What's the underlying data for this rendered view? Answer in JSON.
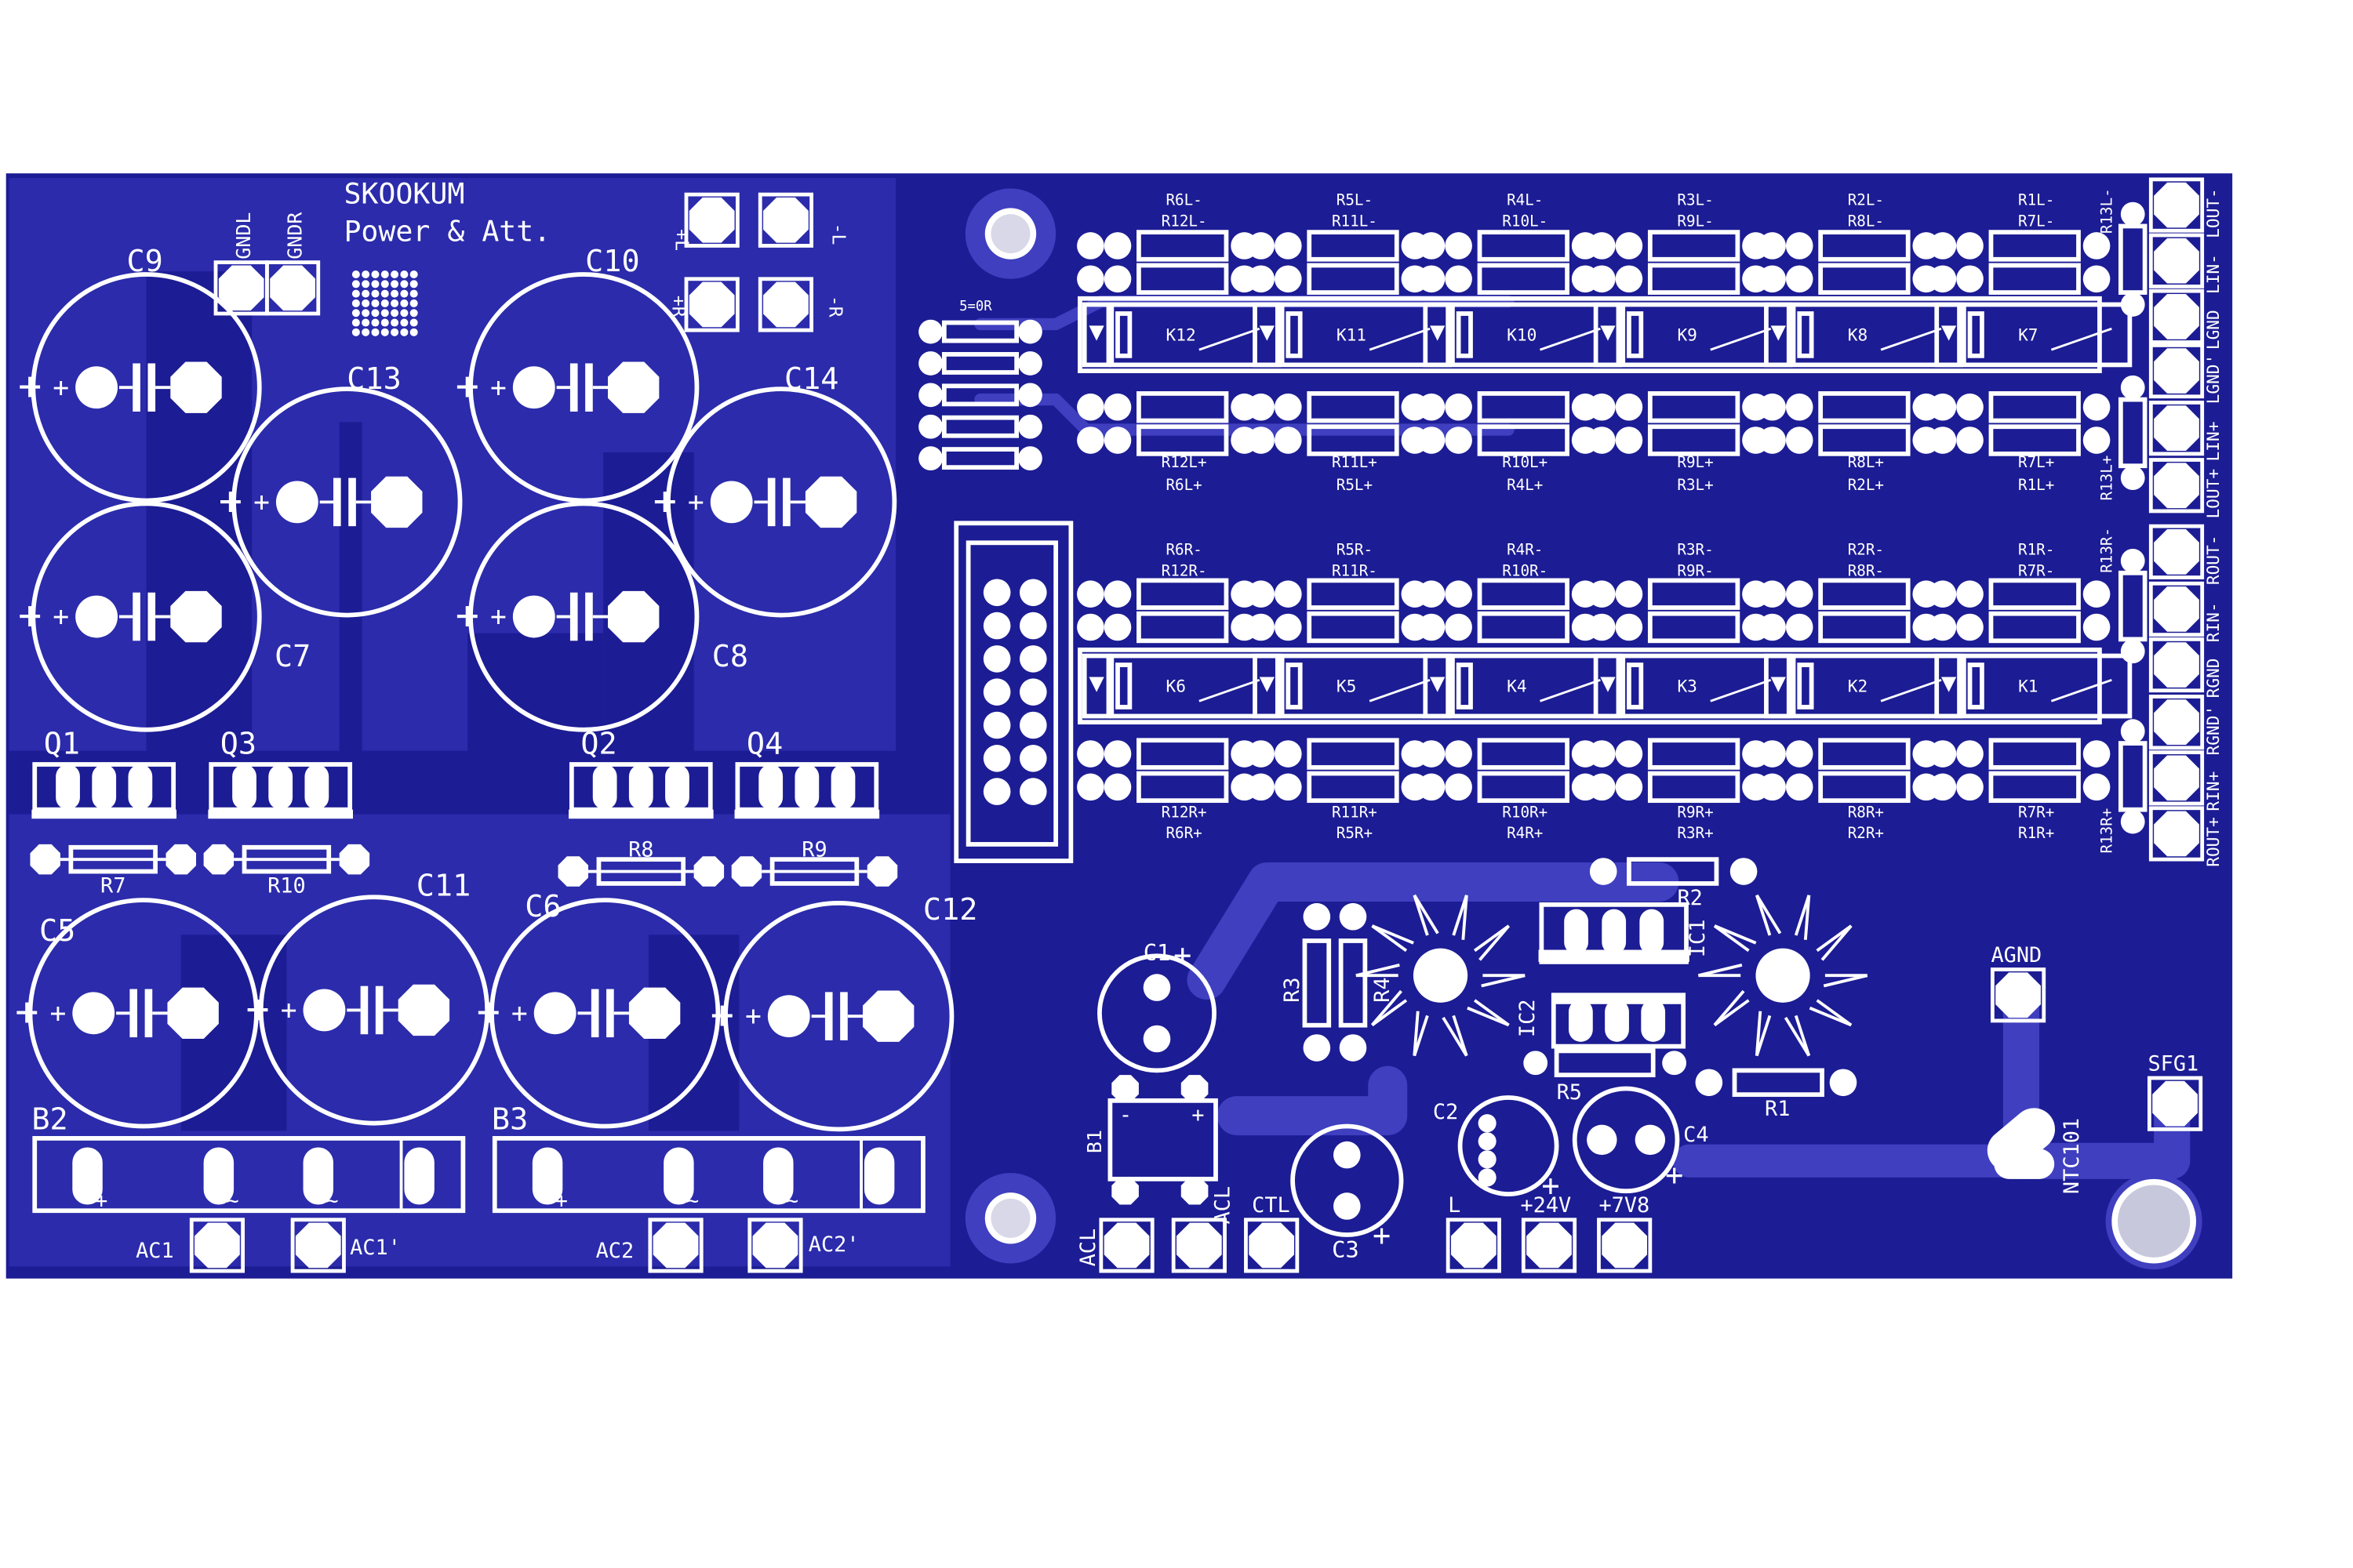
{
  "board": {
    "title": "SKOOKUM",
    "subtitle": "Power & Att.",
    "colors": {
      "substrate": "#1c1c94",
      "copper_pour": "#2b2bab",
      "trace": "#3f3fc0",
      "silk": "#ffffff",
      "background": "#ffffff"
    }
  },
  "capacitors_large": [
    "C9",
    "C13",
    "C10",
    "C14",
    "C7",
    "C8",
    "C5",
    "C11",
    "C6",
    "C12"
  ],
  "transistors": [
    "Q1",
    "Q3",
    "Q2",
    "Q4"
  ],
  "resistors_power": [
    "R7",
    "R10",
    "R8",
    "R9"
  ],
  "bridges": [
    "B2",
    "B3"
  ],
  "ac_connectors": [
    "AC1",
    "AC1'",
    "AC2",
    "AC2'"
  ],
  "gnd_labels": [
    "GNDL",
    "GNDR"
  ],
  "lr_labels": [
    "+L",
    "-L",
    "+R",
    "-R"
  ],
  "header_label": "5=0R",
  "relay_left": {
    "top_labels_1": [
      "R6L-",
      "R5L-",
      "R4L-",
      "R3L-",
      "R2L-",
      "R1L-"
    ],
    "top_labels_2": [
      "R12L-",
      "R11L-",
      "R10L-",
      "R9L-",
      "R8L-",
      "R7L-"
    ],
    "relays": [
      "K12",
      "K11",
      "K10",
      "K9",
      "K8",
      "K7"
    ],
    "bottom_labels_1": [
      "R12L+",
      "R11L+",
      "R10L+",
      "R9L+",
      "R8L+",
      "R7L+"
    ],
    "bottom_labels_2": [
      "R6L+",
      "R5L+",
      "R4L+",
      "R3L+",
      "R2L+",
      "R1L+"
    ]
  },
  "relay_right": {
    "top_labels_1": [
      "R6R-",
      "R5R-",
      "R4R-",
      "R3R-",
      "R2R-",
      "R1R-"
    ],
    "top_labels_2": [
      "R12R-",
      "R11R-",
      "R10R-",
      "R9R-",
      "R8R-",
      "R7R-"
    ],
    "relays": [
      "K6",
      "K5",
      "K4",
      "K3",
      "K2",
      "K1"
    ],
    "bottom_labels_1": [
      "R12R+",
      "R11R+",
      "R10R+",
      "R9R+",
      "R8R+",
      "R7R+"
    ],
    "bottom_labels_2": [
      "R6R+",
      "R5R+",
      "R4R+",
      "R3R+",
      "R2R+",
      "R1R+"
    ]
  },
  "right_connectors": [
    "LOUT-",
    "LIN-",
    "LGND",
    "LGND'",
    "LIN+",
    "LOUT+",
    "ROUT-",
    "RIN-",
    "RGND",
    "RGND'",
    "RIN+",
    "ROUT+"
  ],
  "r13_labels": [
    "R13L-",
    "R13L+",
    "R13R-",
    "R13R+"
  ],
  "psu": {
    "parts": [
      "C1",
      "R3",
      "R4",
      "R2",
      "IC1",
      "IC2",
      "R5",
      "R1",
      "C2",
      "C4",
      "C3",
      "B1"
    ],
    "connectors": [
      "ACL",
      "ACL",
      "CTL",
      "L",
      "+24V",
      "+7V8"
    ],
    "agnd": "AGND",
    "sfg": "SFG1",
    "ntc": "NTC101"
  }
}
